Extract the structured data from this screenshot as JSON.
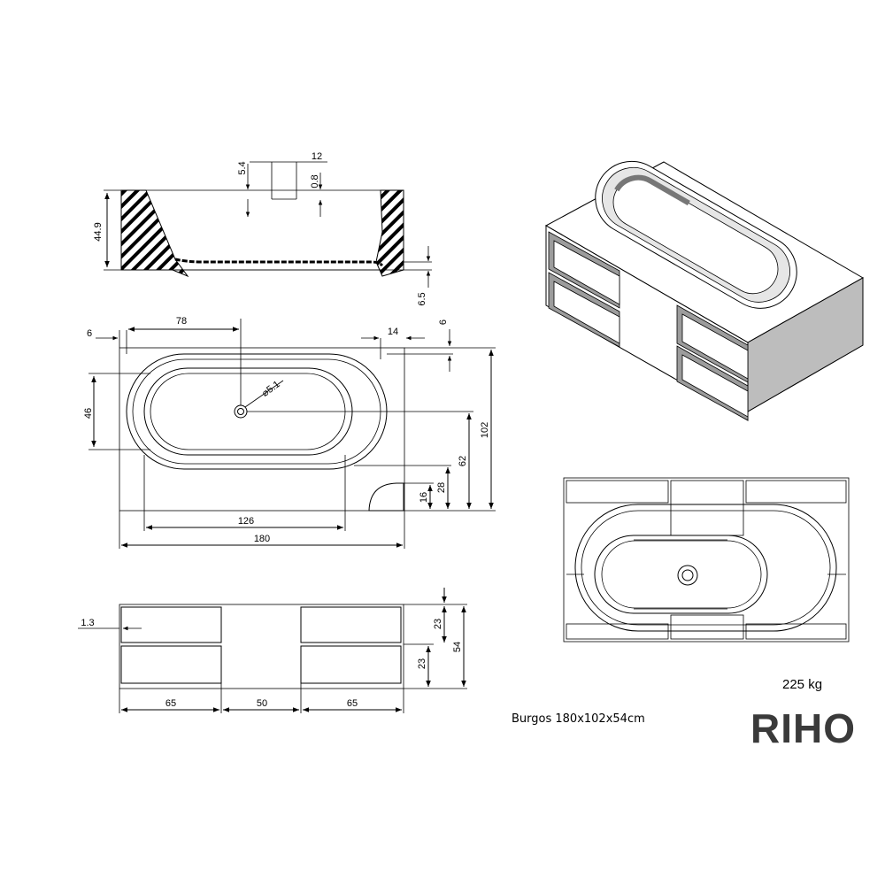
{
  "drawing": {
    "weight": "225 kg",
    "model": "Burgos 180x102x54cm",
    "brand": "RIHO"
  },
  "dimensions": {
    "section": {
      "height": "44.9",
      "drain_width": "5.4",
      "outlet": "12",
      "rim": "0.8",
      "foot": "6.5"
    },
    "plan": {
      "drain_offset_x": "78",
      "edge_left": "6",
      "edge_right": "14",
      "edge_top": "6",
      "drain_diameter": "⌀5.1",
      "inner_width": "46",
      "inner_length": "126",
      "total_length": "180",
      "total_width": "102",
      "drain_offset_y": "62",
      "corner_a": "28",
      "corner_b": "16"
    },
    "elevation": {
      "gap": "1.3",
      "shelf_top": "23",
      "shelf_bottom": "23",
      "height": "54",
      "left_width": "65",
      "center_width": "50",
      "right_width": "65"
    }
  }
}
